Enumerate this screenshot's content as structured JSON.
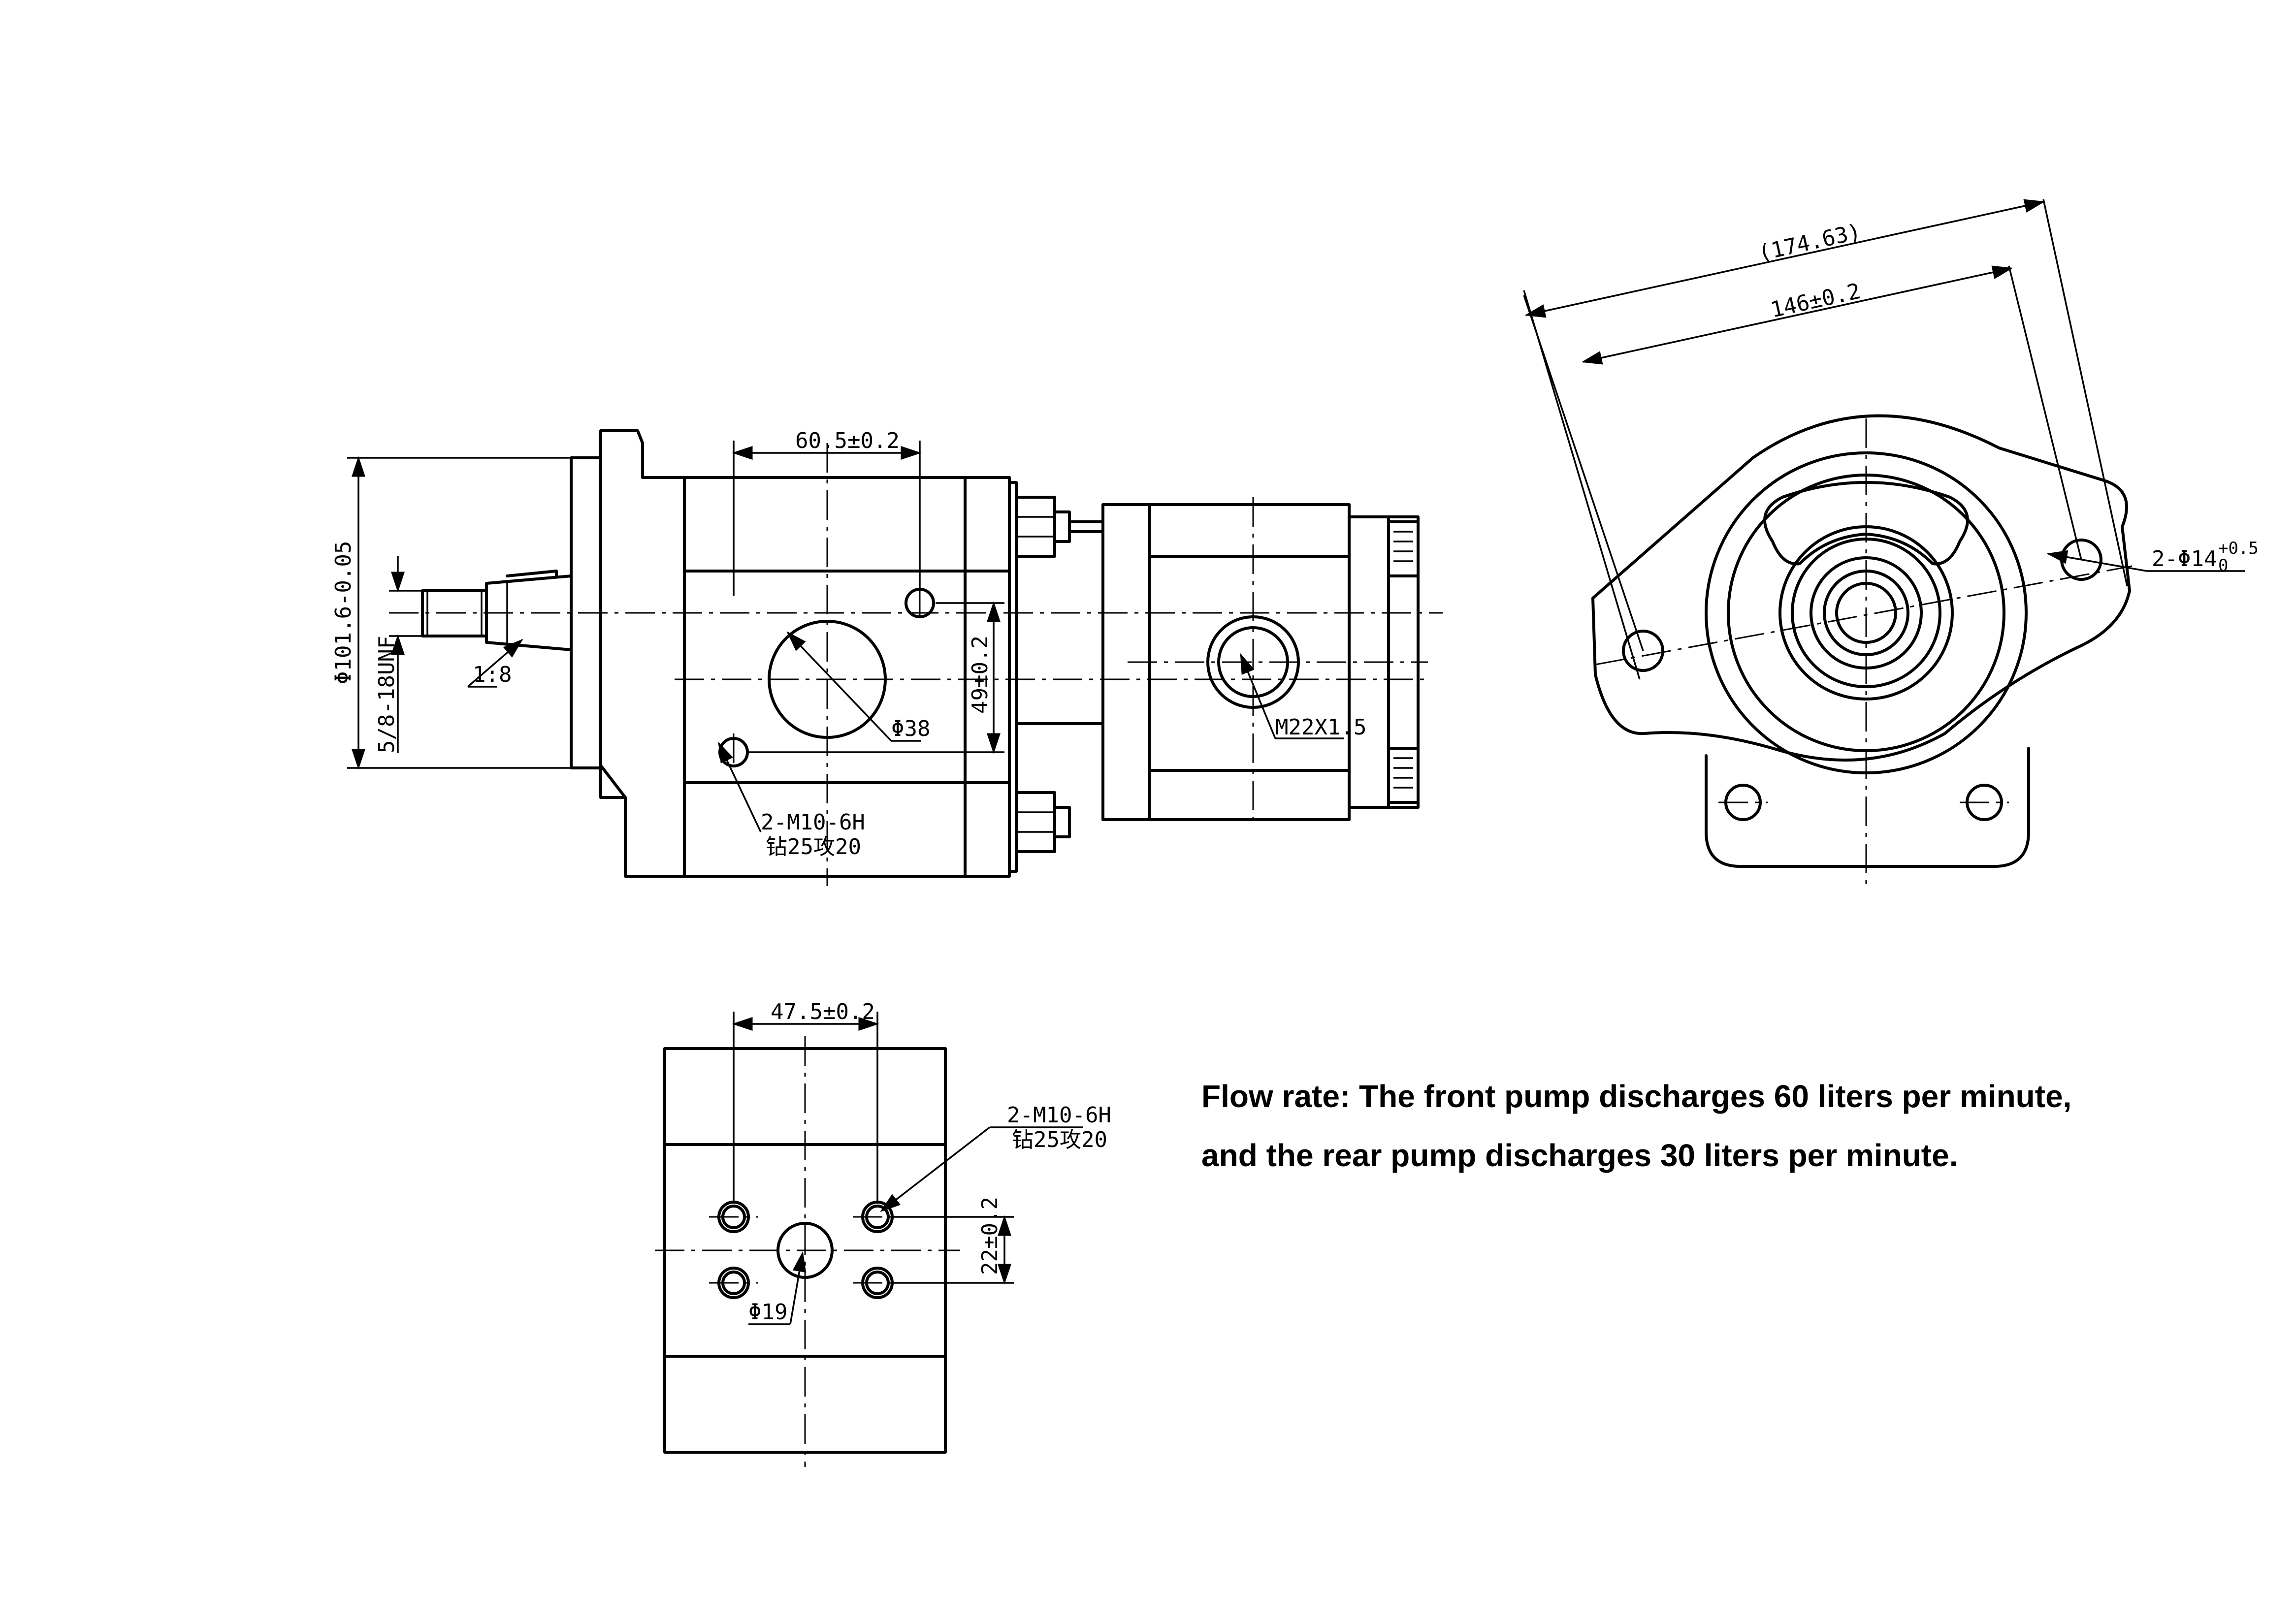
{
  "labels": {
    "front_width": "60.5±0.2",
    "flange_dia": "Φ101.6-0.05",
    "shaft_thread": "5/8-18UNF",
    "taper": "1:8",
    "front_port_height": "49±0.2",
    "front_port_dia": "Φ38",
    "front_threads_1": "2-M10-6H",
    "front_threads_2": "钻25攻20",
    "rear_port": "M22X1.5",
    "overall_width": "(174.63)",
    "mount_spacing": "146±0.2",
    "mount_holes": "2-Φ14",
    "mount_holes_tol": "+0.5",
    "mount_holes_tol2": "0",
    "bottom_width": "47.5±0.2",
    "bottom_threads_1": "2-M10-6H",
    "bottom_threads_2": "钻25攻20",
    "bottom_height": "22±0.2",
    "bottom_port_dia": "Φ19"
  },
  "note": {
    "line1": "Flow rate: The front pump discharges 60 liters per minute,",
    "line2": "and the rear pump discharges 30 liters per minute."
  }
}
